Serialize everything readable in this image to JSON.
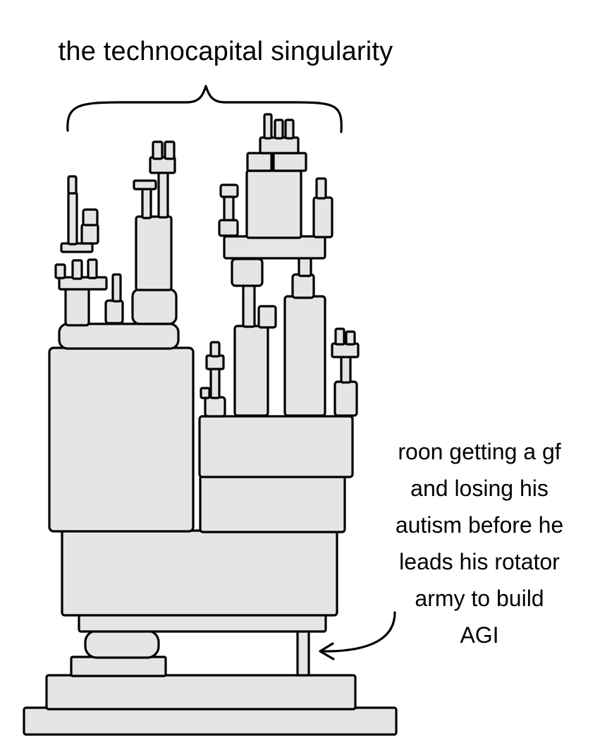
{
  "title": "the technocapital singularity",
  "caption_lines": [
    "roon getting a gf",
    "and losing his",
    "autism before he",
    "leads his rotator",
    "army to build",
    "AGI"
  ],
  "colors": {
    "block_fill": "#e5e5e5",
    "ink": "#000000",
    "background": "#ffffff"
  }
}
